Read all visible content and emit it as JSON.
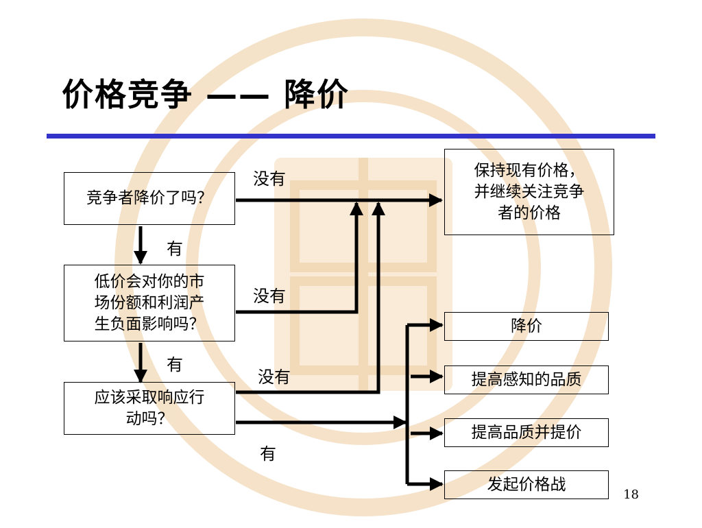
{
  "slide": {
    "title": "价格竞争 —— 降价",
    "page_number": "18"
  },
  "flow": {
    "q1": "竞争者降价了吗？",
    "q2": "低价会对你的市\n场份额和利润产\n生负面影响吗？",
    "q3": "应该采取响应行\n动吗？",
    "keep_price": "保持现有价格，\n并继续关注竞争\n者的价格",
    "actions": [
      "降价",
      "提高感知的品质",
      "提高品质并提价",
      "发起价格战"
    ],
    "labels": {
      "no_1": "没有",
      "yes_1": "有",
      "no_2": "没有",
      "yes_2": "有",
      "no_3": "没有",
      "yes_3": "有"
    }
  },
  "colors": {
    "rule": "#3333cc",
    "watermark": "#f1d9b5"
  }
}
